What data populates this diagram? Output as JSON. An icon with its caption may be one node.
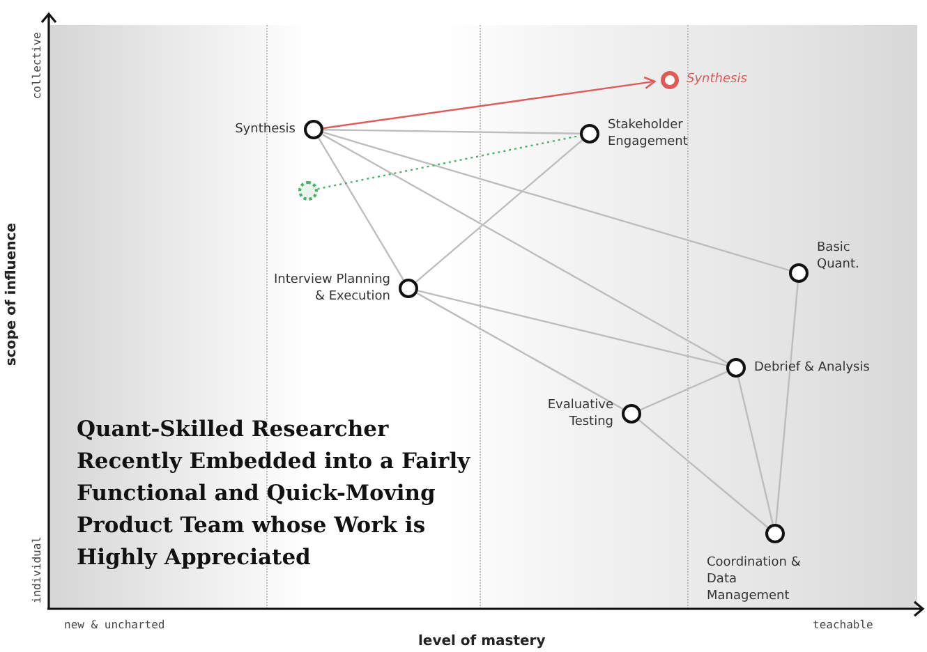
{
  "diagram": {
    "title": "Quant-Skilled Researcher Recently Embedded into a Fairly Functional and Quick-Moving Product Team whose Work is Highly Appreciated",
    "nodes": [
      {
        "text": [
          "Synthesis"
        ]
      },
      {
        "text": [
          "Stakeholder Engagement"
        ]
      },
      {
        "text": [],
        "shape": "circle"
      },
      {
        "text": [
          "Synthesis"
        ]
      },
      {
        "text": [
          "Interview Planning & Execution"
        ]
      },
      {
        "text": [
          "Basic Quant."
        ]
      },
      {
        "text": [
          "Debrief & Analysis"
        ]
      },
      {
        "text": [
          "Evaluative Testing"
        ]
      },
      {
        "text": [
          "Coordination & Data Management"
        ]
      }
    ],
    "edges": [
      {
        "from": 0,
        "to": 1,
        "arrow": "none"
      },
      {
        "from": 0,
        "to": 4,
        "arrow": "none"
      },
      {
        "from": 0,
        "to": 5,
        "arrow": "none"
      },
      {
        "from": 0,
        "to": 6,
        "arrow": "none"
      },
      {
        "from": 4,
        "to": 1,
        "arrow": "none"
      },
      {
        "from": 4,
        "to": 7,
        "arrow": "none"
      },
      {
        "from": 4,
        "to": 6,
        "arrow": "none"
      },
      {
        "from": 5,
        "to": 8,
        "arrow": "none"
      },
      {
        "from": 7,
        "to": 6,
        "arrow": "none"
      },
      {
        "from": 6,
        "to": 8,
        "arrow": "none"
      },
      {
        "from": 7,
        "to": 8,
        "arrow": "none"
      },
      {
        "from": 0,
        "to": 3,
        "arrow": "to",
        "color": "#e05a5a"
      },
      {
        "from": 2,
        "to": 1,
        "arrow": "none",
        "style": "dashed",
        "color": "#4caf6e"
      }
    ],
    "labels": [
      "collective",
      "individual",
      "scope of influence",
      "new & uncharted",
      "teachable",
      "level of mastery"
    ]
  }
}
